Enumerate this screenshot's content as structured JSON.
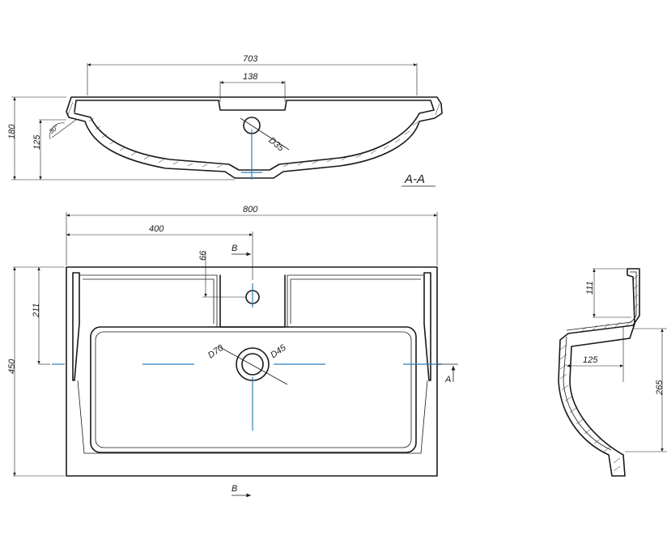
{
  "section_view": {
    "label": "A-A",
    "dim_width": "703",
    "dim_overflow": "138",
    "dim_hole": "D35",
    "dim_height_total": "180",
    "dim_height_bowl": "125",
    "dim_angle": "30°"
  },
  "plan_view": {
    "dim_width": "800",
    "dim_half_width": "400",
    "dim_depth": "450",
    "dim_tap_depth": "211",
    "dim_tap_offset": "66",
    "dim_drain_inner": "D70",
    "dim_drain_outer": "D45",
    "section_marker_top": "B",
    "section_marker_bottom": "B",
    "section_marker_side": "A"
  },
  "side_view": {
    "dim_top": "111",
    "dim_depth": "125",
    "dim_height": "265"
  },
  "colors": {
    "line": "#1a1a1a",
    "axis": "#2a7fbf"
  }
}
